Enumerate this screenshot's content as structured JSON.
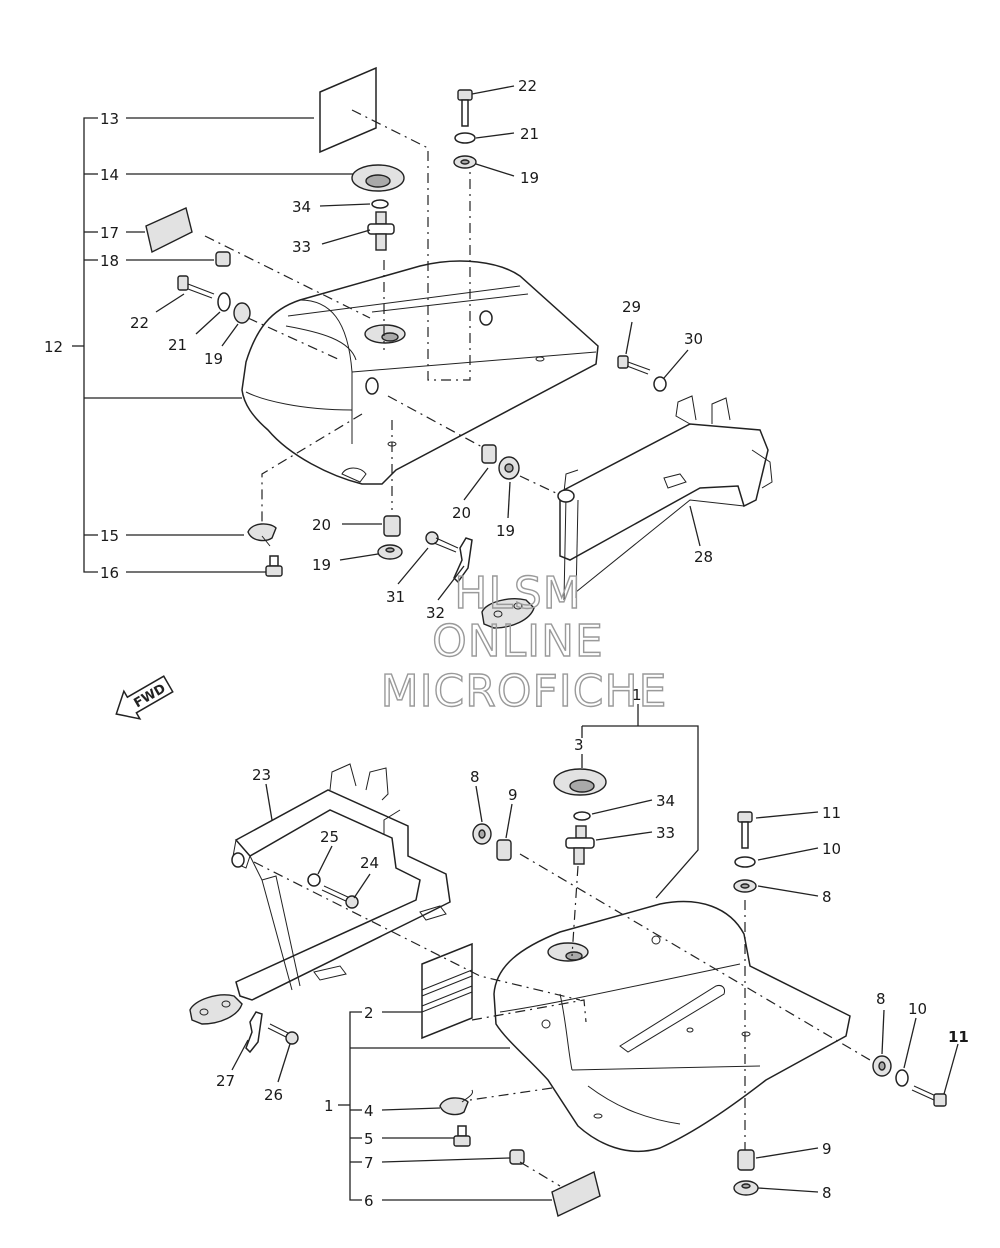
{
  "figure": {
    "watermark": [
      "HLSM",
      "ONLINE",
      "MICROFICHE"
    ],
    "direction_arrow": "FWD"
  },
  "callouts": {
    "c1_top": "1",
    "c1_left": "1",
    "c2": "2",
    "c3": "3",
    "c4": "4",
    "c5": "5",
    "c6": "6",
    "c7": "7",
    "c8_a": "8",
    "c8_b": "8",
    "c8_c": "8",
    "c8_d": "8",
    "c9_a": "9",
    "c9_b": "9",
    "c10_a": "10",
    "c10_b": "10",
    "c11_a": "11",
    "c11_b": "11",
    "c12": "12",
    "c13": "13",
    "c14": "14",
    "c15": "15",
    "c16": "16",
    "c17": "17",
    "c18": "18",
    "c19_a": "19",
    "c19_b": "19",
    "c19_c": "19",
    "c19_d": "19",
    "c20_a": "20",
    "c20_b": "20",
    "c21_a": "21",
    "c21_b": "21",
    "c22_a": "22",
    "c22_b": "22",
    "c23": "23",
    "c24": "24",
    "c25": "25",
    "c26": "26",
    "c27": "27",
    "c28": "28",
    "c29": "29",
    "c30": "30",
    "c31": "31",
    "c32": "32",
    "c33_a": "33",
    "c33_b": "33",
    "c34_a": "34",
    "c34_b": "34"
  }
}
